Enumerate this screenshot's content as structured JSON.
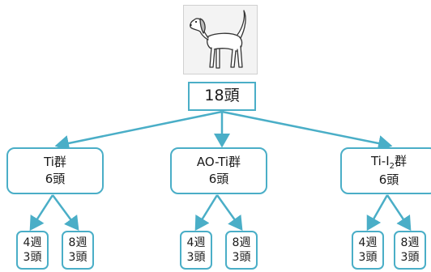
{
  "root": {
    "label": "18頭"
  },
  "groups": [
    {
      "name_prefix": "Ti群",
      "name_sub": "",
      "name_suffix": "",
      "count": "6頭",
      "leaves": [
        {
          "period": "4週",
          "count": "3頭"
        },
        {
          "period": "8週",
          "count": "3頭"
        }
      ]
    },
    {
      "name_prefix": "AO-Ti群",
      "name_sub": "",
      "name_suffix": "",
      "count": "6頭",
      "leaves": [
        {
          "period": "4週",
          "count": "3頭"
        },
        {
          "period": "8週",
          "count": "3頭"
        }
      ]
    },
    {
      "name_prefix": "Ti-I",
      "name_sub": "2",
      "name_suffix": "群",
      "count": "6頭",
      "leaves": [
        {
          "period": "4週",
          "count": "3頭"
        },
        {
          "period": "8週",
          "count": "3頭"
        }
      ]
    }
  ],
  "colors": {
    "accent": "#4aaec7"
  },
  "icons": {
    "animal": "beagle-dog-icon"
  }
}
